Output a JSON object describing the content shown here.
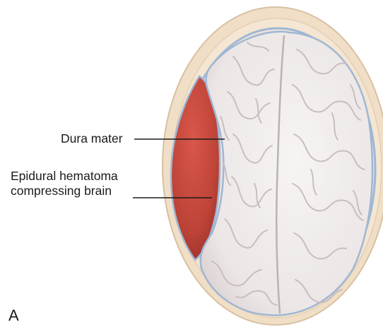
{
  "labels": {
    "dura_mater": "Dura mater",
    "hematoma_line1": "Epidural hematoma",
    "hematoma_line2": "compressing brain"
  },
  "panel_letter": "A",
  "colors": {
    "skull": "#f1dfc8",
    "skull_edge": "#d9c2a4",
    "dura": "#9fb7d4",
    "hematoma": "#c0473a",
    "brain": "#f2eeee",
    "brain_fold": "#c8bcbc"
  }
}
